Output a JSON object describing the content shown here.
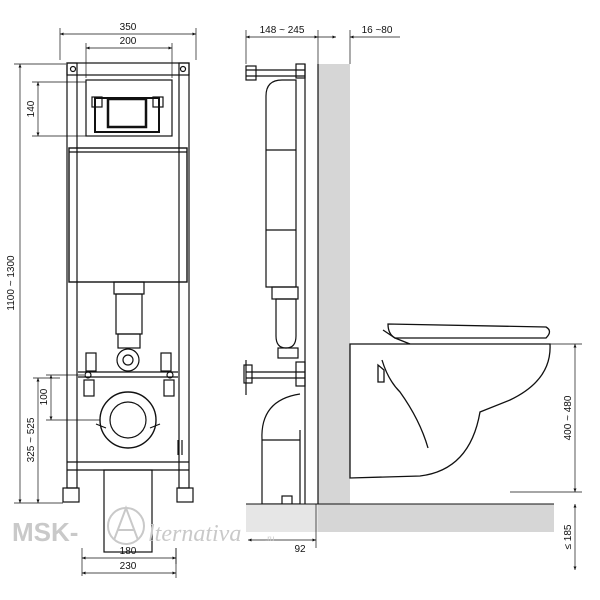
{
  "dimensions": {
    "frame_width": "350",
    "cistern_width": "200",
    "top_height": "140",
    "total_height": "1100 ~ 1300",
    "inlet_height": "100",
    "outlet_height": "325 ~ 525",
    "base_width_inner": "180",
    "base_width_outer": "230",
    "depth_range": "148 ~ 245",
    "wall_gap": "16 ~80",
    "foot_depth": "92",
    "bowl_height": "400 ~ 480",
    "floor_gap": "≤ 185"
  },
  "watermark": {
    "left": "MSK-",
    "right": "lternativa",
    "suffix": ".ru"
  },
  "colors": {
    "line": "#111111",
    "wall": "#d6d6d6",
    "watermark": "#c9c9c9"
  }
}
